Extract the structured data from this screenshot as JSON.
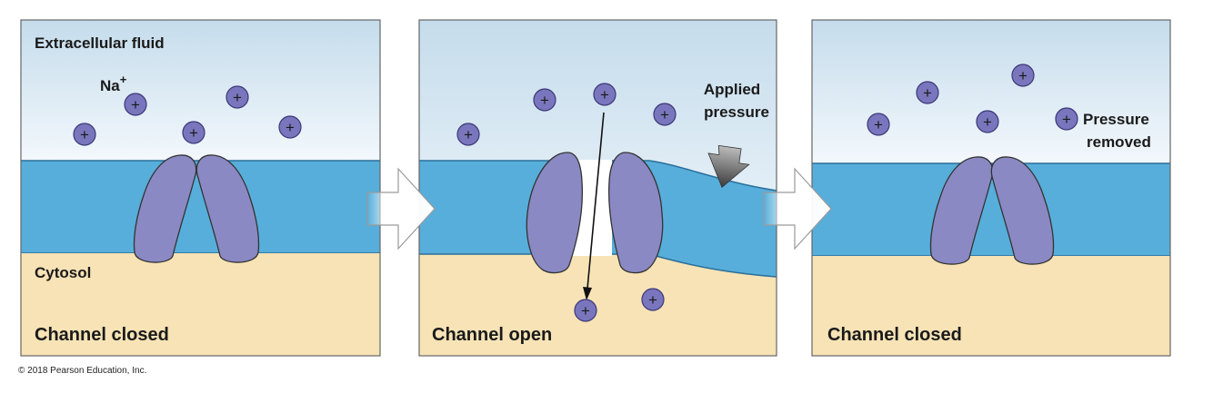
{
  "labels": {
    "extracellular": "Extracellular fluid",
    "na_ion": "Na",
    "na_superscript": "+",
    "cytosol": "Cytosol",
    "applied_line1": "Applied",
    "applied_line2": "pressure",
    "removed_line1": "Pressure",
    "removed_line2": "removed",
    "ion_symbol": "+",
    "copyright": "© 2018 Pearson Education, Inc."
  },
  "panels": [
    {
      "caption": "Channel closed",
      "state": "closed"
    },
    {
      "caption": "Channel open",
      "state": "open"
    },
    {
      "caption": "Channel closed",
      "state": "closed"
    }
  ],
  "colors": {
    "extracellular_top": "#c5dcec",
    "extracellular_bottom": "#f3f8fc",
    "membrane": "#57aedb",
    "cytosol": "#f7e3b5",
    "channel": "#8a89c3",
    "ion": "#7a76bd",
    "arrow_gray": "#555555"
  }
}
